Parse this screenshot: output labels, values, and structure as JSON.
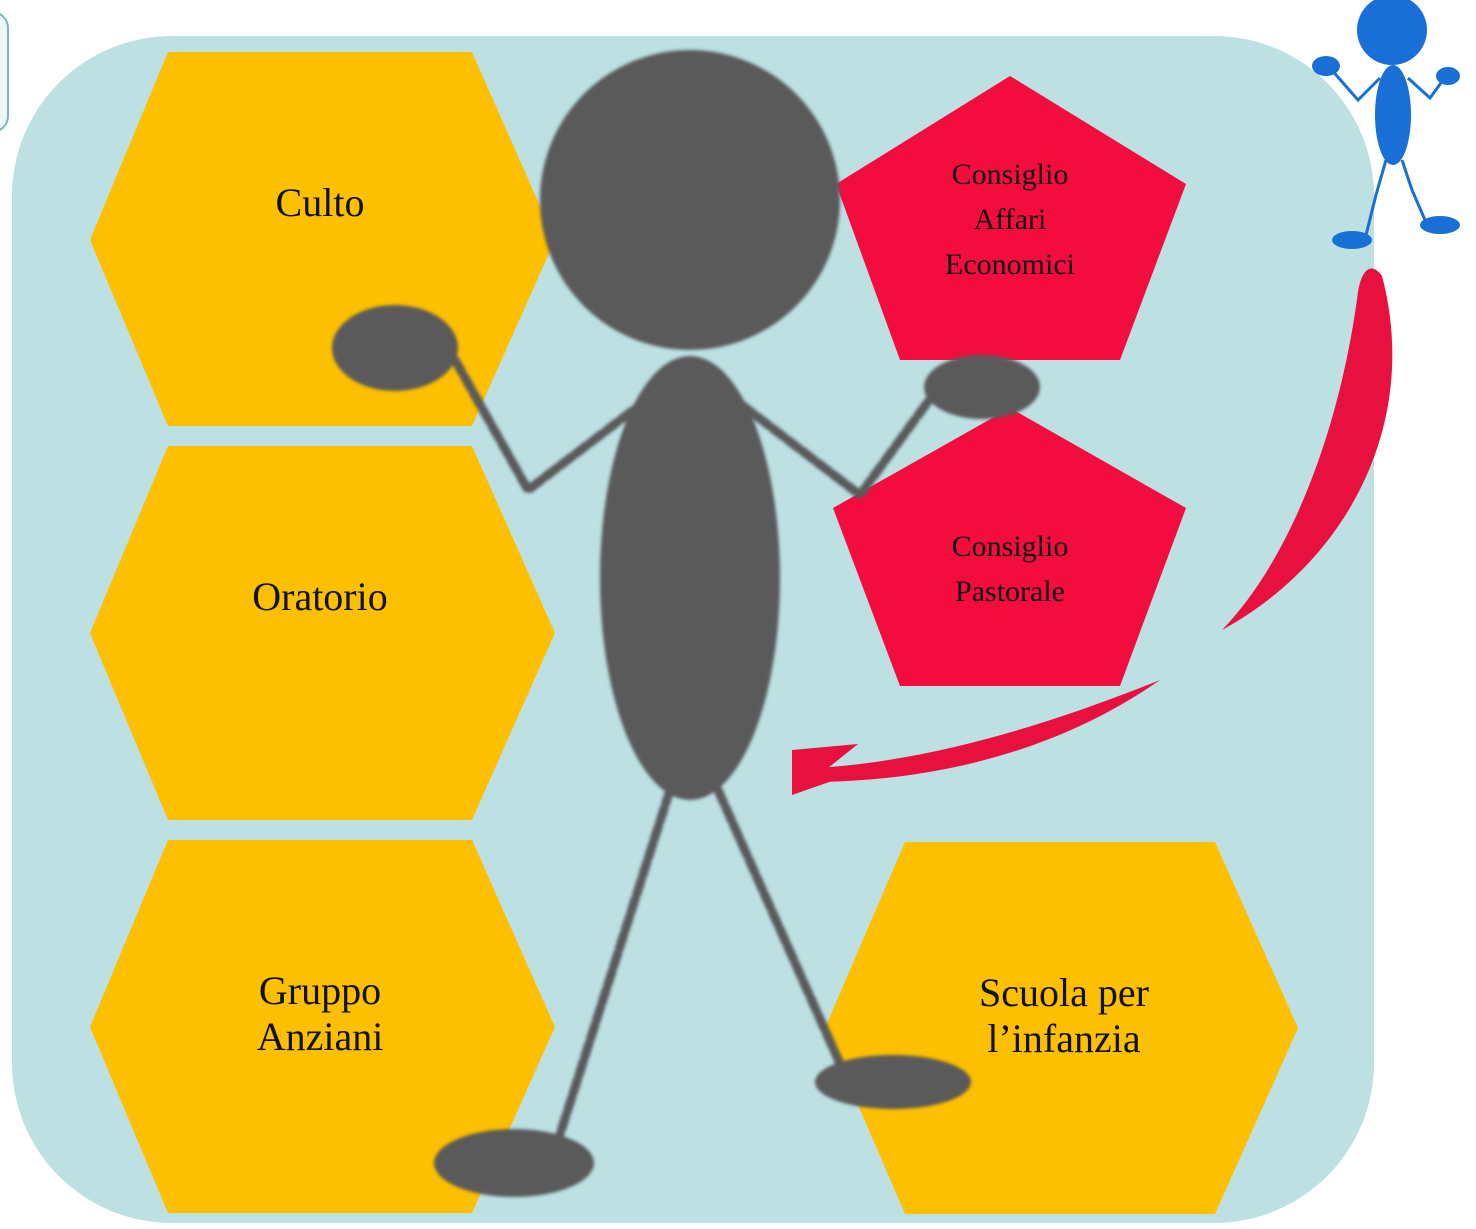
{
  "colors": {
    "panel": "#bde0e3",
    "hexagon": "#fcc000",
    "pentagon": "#f20d3e",
    "figure": "#5a5a5a",
    "small_figure": "#1a6fd6",
    "arrow": "#e8103f"
  },
  "hexagons": {
    "culto": {
      "lines": [
        "Culto"
      ]
    },
    "oratorio": {
      "lines": [
        "Oratorio"
      ]
    },
    "gruppo_anziani": {
      "lines": [
        "Gruppo",
        "Anziani"
      ]
    },
    "scuola": {
      "lines": [
        "Scuola per",
        "l’infanzia"
      ]
    }
  },
  "pentagons": {
    "affari_economici": {
      "lines": [
        "Consiglio",
        "Affari",
        "Economici"
      ]
    },
    "pastorale": {
      "lines": [
        "Consiglio",
        "Pastorale"
      ]
    }
  },
  "icons": {
    "large_figure": "stick-figure-icon",
    "small_figure": "small-stick-figure-icon",
    "arrow": "curved-arrow-icon"
  }
}
